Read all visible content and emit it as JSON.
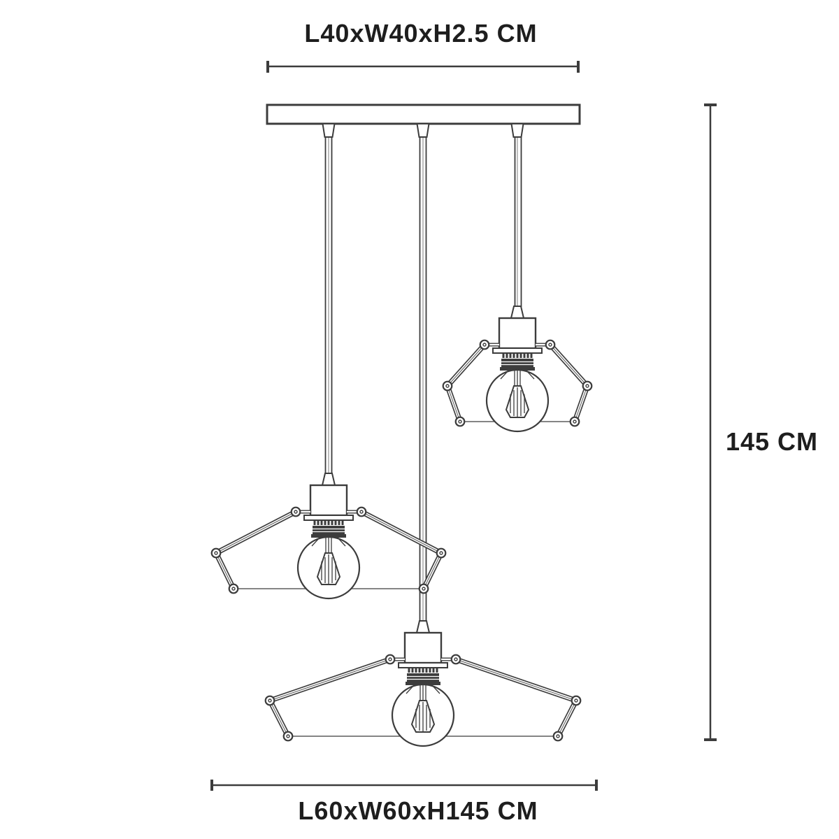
{
  "title": "Pendant light fixture dimension diagram",
  "colors": {
    "line": "#3c3c3c",
    "text": "#1e1e1e",
    "background": "#ffffff"
  },
  "labels": {
    "canopy_dimensions": "L40xW40xH2.5 CM",
    "drop_height": "145 CM",
    "overall_dimensions": "L60xW60xH145 CM"
  },
  "fixture": {
    "lamp_count": 3,
    "canopy_cm": {
      "length": 40,
      "width": 40,
      "height": 2.5
    },
    "overall_cm": {
      "length": 60,
      "width": 60,
      "height": 145
    },
    "drop_height_cm": 145
  }
}
